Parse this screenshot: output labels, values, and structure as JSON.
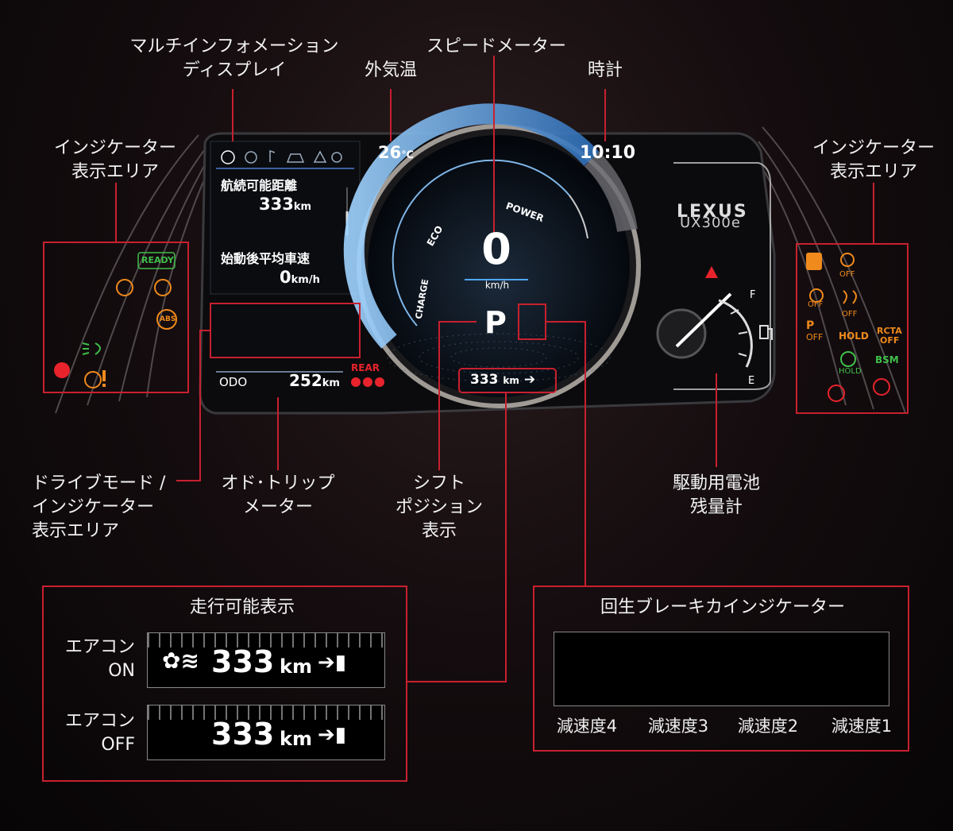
{
  "labels": {
    "mid_line1": "マルチインフォメーション",
    "mid_line2": "ディスプレイ",
    "speedometer": "スピードメーター",
    "outside_temp": "外気温",
    "clock": "時計",
    "indicator_left_line1": "インジケーター",
    "indicator_left_line2": "表示エリア",
    "indicator_right_line1": "インジケーター",
    "indicator_right_line2": "表示エリア",
    "drive_mode_line1": "ドライブモード /",
    "drive_mode_line2": "インジケーター",
    "drive_mode_line3": "表示エリア",
    "odo_trip_line1": "オド･トリップ",
    "odo_trip_line2": "メーター",
    "shift_line1": "シフト",
    "shift_line2": "ポジション",
    "shift_line3": "表示",
    "battery_line1": "駆動用電池",
    "battery_line2": "残量計"
  },
  "cluster": {
    "temp_value": "26",
    "temp_unit": "℃",
    "clock_value": "10:10",
    "range_label": "航続可能距離",
    "range_value": "333",
    "range_unit": "km",
    "avg_speed_label": "始動後平均車速",
    "avg_speed_value": "0",
    "avg_speed_unit": "km/h",
    "odo_label": "ODO",
    "odo_value": "252",
    "odo_unit": "km",
    "rear_label": "REAR",
    "speed_value": "0",
    "speed_unit": "km/h",
    "gauge_eco": "ECO",
    "gauge_power": "POWER",
    "gauge_charge": "CHARGE",
    "shift_value": "P",
    "bottom_range_value": "333",
    "bottom_range_unit": "km",
    "brand": "LEXUS",
    "model": "UX300e",
    "batt_full": "F",
    "batt_empty": "E"
  },
  "left_indicators": {
    "ready": "READY",
    "abs": "ABS"
  },
  "right_indicators": {
    "off1": "OFF",
    "off2": "OFF",
    "off3": "OFF",
    "p_off_top": "P",
    "p_off_bottom": "OFF",
    "hold": "HOLD",
    "rcta_top": "RCTA",
    "rcta_bottom": "OFF",
    "hold2": "HOLD",
    "bsm": "BSM"
  },
  "range_box": {
    "title": "走行可能表示",
    "ac_on_line1": "エアコン",
    "ac_on_line2": "ON",
    "ac_off_line1": "エアコン",
    "ac_off_line2": "OFF",
    "value_on": "333",
    "value_off": "333",
    "unit": "km"
  },
  "regen_box": {
    "title": "回生ブレーキカインジケーター",
    "decel": [
      "減速度4",
      "減速度3",
      "減速度2",
      "減速度1"
    ],
    "levels": [
      4,
      3,
      2,
      1
    ]
  },
  "colors": {
    "accent_red": "#c8202f",
    "indicator_amber": "#f08a1c",
    "indicator_green": "#3fbf4a",
    "indicator_red": "#e8232c",
    "gauge_blue": "#5aa8e8"
  }
}
